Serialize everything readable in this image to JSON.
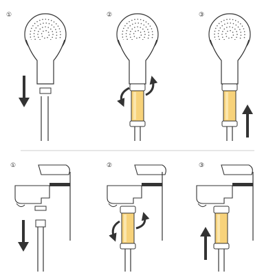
{
  "steps_top": [
    "①",
    "②",
    "③"
  ],
  "steps_bottom": [
    "①",
    "②",
    "③"
  ],
  "colors": {
    "line": "#333333",
    "arrow": "#333333",
    "divider": "#bbbbbb",
    "cartridge_fill": "#f7d27a",
    "cartridge_light": "#fbe6ac",
    "band": "#333333"
  },
  "icons": {
    "down_arrow": "down-arrow-icon",
    "up_arrow": "up-arrow-icon",
    "rotate": "rotate-arrows-icon"
  }
}
